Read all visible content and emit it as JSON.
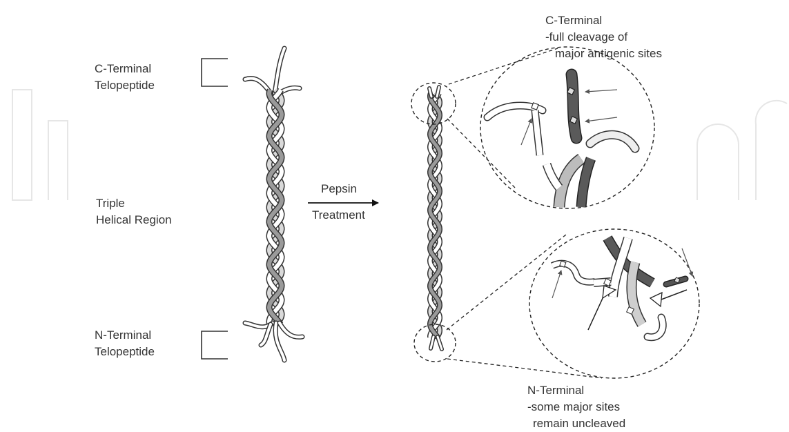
{
  "labels": {
    "c_terminal_telopeptide": [
      "C-Terminal",
      "Telopeptide"
    ],
    "triple_helical_region": [
      "Triple",
      "Helical Region"
    ],
    "n_terminal_telopeptide": [
      "N-Terminal",
      "Telopeptide"
    ],
    "pepsin": "Pepsin",
    "treatment": "Treatment",
    "c_terminal_note": [
      "C-Terminal",
      "-full cleavage of",
      "major antigenic sites"
    ],
    "n_terminal_note": [
      "N-Terminal",
      "-some major sites",
      "remain uncleaved"
    ]
  },
  "colors": {
    "line": "#333333",
    "strand_light": "#d9d9d9",
    "strand_mid": "#9a9a9a",
    "strand_dark": "#555555",
    "watermark": "#e8e8e8"
  }
}
